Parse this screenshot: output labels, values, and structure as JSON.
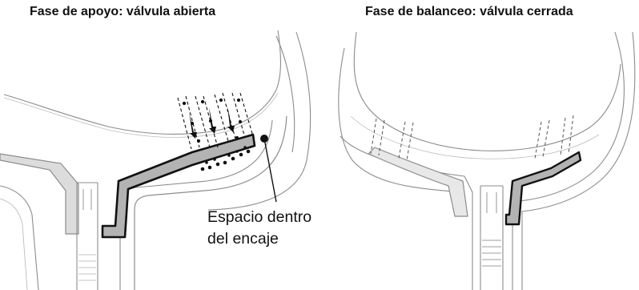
{
  "panels": {
    "left": {
      "title": "Fase de apoyo: válvula abierta"
    },
    "right": {
      "title": "Fase de balanceo: válvula cerrada"
    }
  },
  "callout": {
    "line1": "Espacio dentro",
    "line2": "del encaje"
  },
  "colors": {
    "outline": "#111111",
    "thin_line": "#8c8c8c",
    "valve_fill": "#b3b3b3",
    "liner_fill": "#dcdcdc",
    "liner_fill_light": "#e8e8e8"
  }
}
